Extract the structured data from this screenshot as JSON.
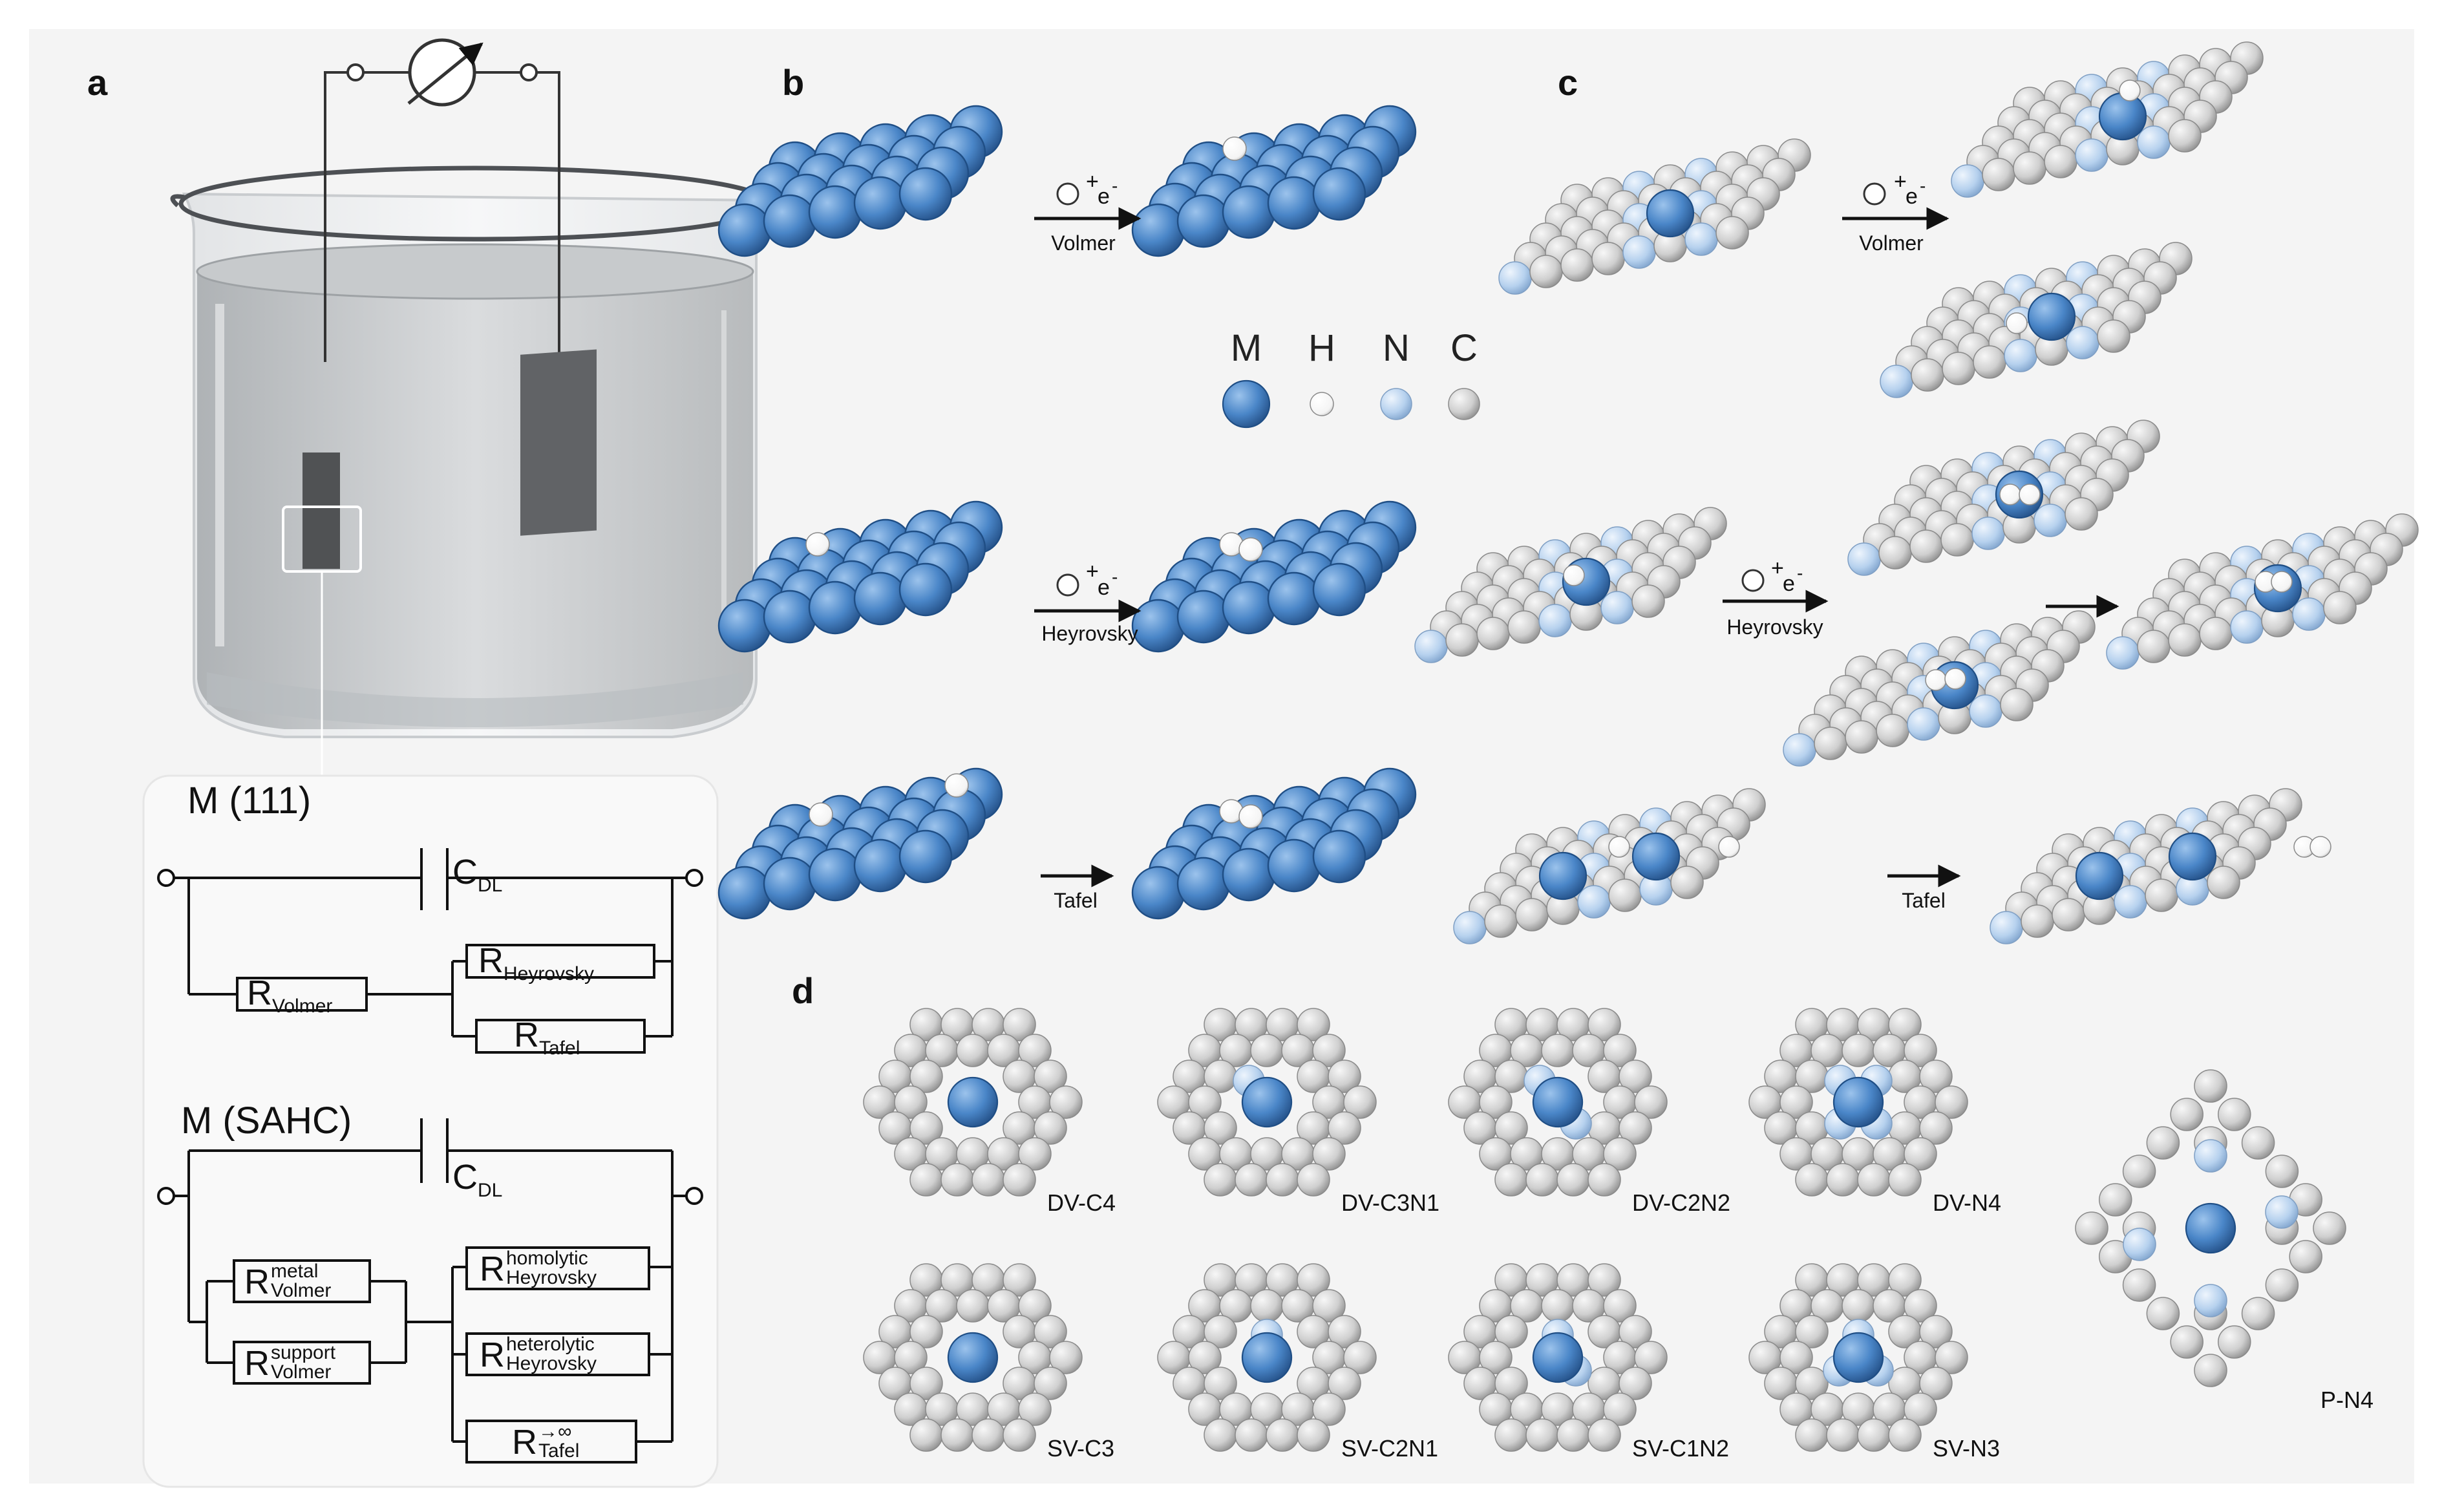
{
  "panel_labels": [
    "a",
    "b",
    "c",
    "d"
  ],
  "legend": {
    "items": [
      {
        "symbol": "M",
        "color": "#3f7fc4"
      },
      {
        "symbol": "H",
        "color": "#ffffff"
      },
      {
        "symbol": "N",
        "color": "#a9c9ec"
      },
      {
        "symbol": "C",
        "color": "#c8c8c8"
      }
    ]
  },
  "reactions": {
    "volmer": "Volmer",
    "heyrovsky": "Heyrovsky",
    "tafel": "Tafel",
    "proton_plus": "+",
    "electron": "e",
    "electron_sup": "-"
  },
  "circuits": {
    "top": {
      "title": "M (111)",
      "cdl_main": "C",
      "cdl_sub": "DL",
      "r_volmer_main": "R",
      "r_volmer_sub": "Volmer",
      "r_heyrovsky_main": "R",
      "r_heyrovsky_sub": "Heyrovsky",
      "r_tafel_main": "R",
      "r_tafel_sub": "Tafel"
    },
    "bottom": {
      "title": "M (SAHC)",
      "cdl_main": "C",
      "cdl_sub": "DL",
      "r_metal_main": "R",
      "r_metal_sup": "metal",
      "r_metal_sub": "Volmer",
      "r_support_main": "R",
      "r_support_sup": "support",
      "r_support_sub": "Volmer",
      "r_homolytic_main": "R",
      "r_homolytic_sup": "homolytic",
      "r_homolytic_sub": "Heyrovsky",
      "r_heterolytic_main": "R",
      "r_heterolytic_sup": "heterolytic",
      "r_heterolytic_sub": "Heyrovsky",
      "r_tafel_main": "R",
      "r_tafel_sup": "→∞",
      "r_tafel_sub": "Tafel"
    }
  },
  "sites": [
    "DV-C4",
    "DV-C3N1",
    "DV-C2N2",
    "DV-N4",
    "P-N4",
    "SV-C3",
    "SV-C2N1",
    "SV-C1N2",
    "SV-N3"
  ],
  "colors": {
    "metal": "#3f7fc4",
    "hydrogen": "#ffffff",
    "nitrogen": "#a9c9ec",
    "carbon": "#c8c8c8",
    "background": "#f4f4f4",
    "water": "#c9ccce"
  }
}
